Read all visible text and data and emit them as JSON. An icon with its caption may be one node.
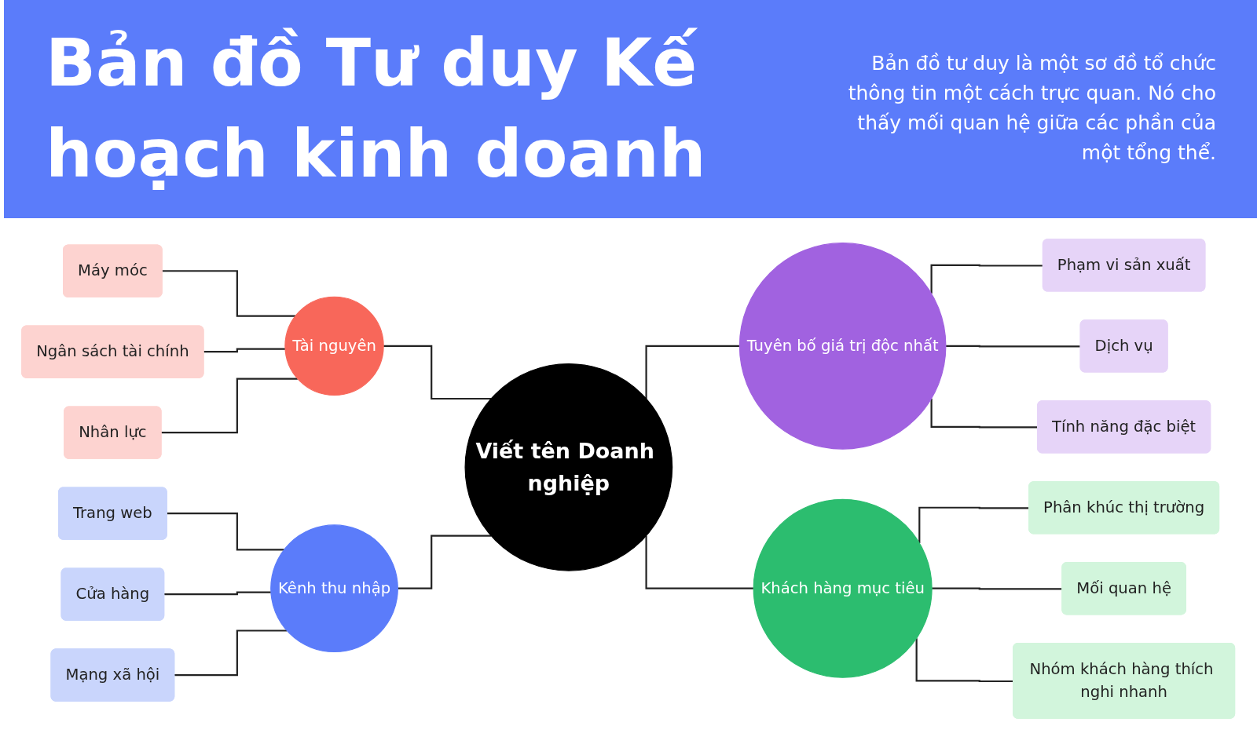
{
  "diagram": {
    "title": "Bản đồ Tư duy Kế hoạch kinh doanh",
    "caption": "Bản đồ tư duy là một sơ đồ tổ chức thông tin một cách trực quan. Nó cho thấy mối quan hệ giữa các phần của một tổng thể.",
    "nodes": [
      {
        "text": [
          "Viết tên Doanh nghiệp"
        ]
      },
      {
        "text": [
          "Tài nguyên"
        ]
      },
      {
        "text": [
          "Máy móc"
        ]
      },
      {
        "text": [
          "Ngân sách tài chính"
        ]
      },
      {
        "text": [
          "Nhân lực"
        ]
      },
      {
        "text": [
          "Kênh thu nhập"
        ]
      },
      {
        "text": [
          "Trang web"
        ]
      },
      {
        "text": [
          "Cửa hàng"
        ]
      },
      {
        "text": [
          "Mạng xã hội"
        ]
      },
      {
        "text": [
          "Tuyên bố giá trị độc nhất"
        ]
      },
      {
        "text": [
          "Phạm vi sản xuất"
        ]
      },
      {
        "text": [
          "Dịch vụ"
        ]
      },
      {
        "text": [
          "Tính năng đặc biệt"
        ]
      },
      {
        "text": [
          "Khách hàng mục tiêu"
        ]
      },
      {
        "text": [
          "Phân khúc thị trường"
        ]
      },
      {
        "text": [
          "Mối quan hệ"
        ]
      },
      {
        "text": [
          "Nhóm khách hàng thích nghi nhanh"
        ]
      }
    ],
    "edges": [
      {
        "from": 2,
        "to": 1,
        "arrow": "none"
      },
      {
        "from": 3,
        "to": 1,
        "arrow": "none"
      },
      {
        "from": 4,
        "to": 1,
        "arrow": "none"
      },
      {
        "from": 6,
        "to": 5,
        "arrow": "none"
      },
      {
        "from": 7,
        "to": 5,
        "arrow": "none"
      },
      {
        "from": 8,
        "to": 5,
        "arrow": "none"
      },
      {
        "from": 1,
        "to": 0,
        "arrow": "none"
      },
      {
        "from": 5,
        "to": 0,
        "arrow": "none"
      },
      {
        "from": 0,
        "to": 9,
        "arrow": "none"
      },
      {
        "from": 0,
        "to": 13,
        "arrow": "none"
      },
      {
        "from": 9,
        "to": 10,
        "arrow": "none"
      },
      {
        "from": 9,
        "to": 11,
        "arrow": "none"
      },
      {
        "from": 9,
        "to": 12,
        "arrow": "none"
      },
      {
        "from": 13,
        "to": 14,
        "arrow": "none"
      },
      {
        "from": 13,
        "to": 15,
        "arrow": "none"
      },
      {
        "from": 13,
        "to": 16,
        "arrow": "none"
      }
    ]
  }
}
